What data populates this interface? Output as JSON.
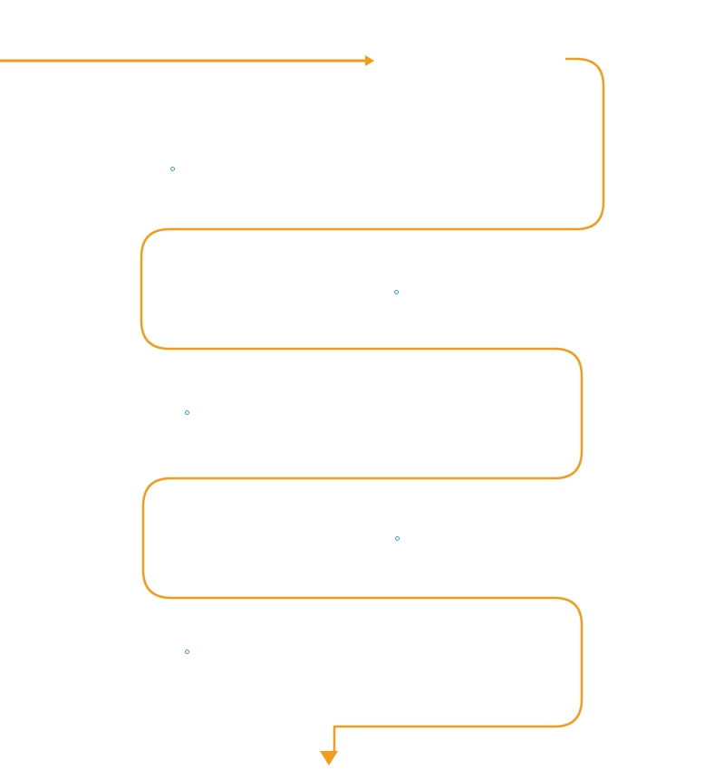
{
  "diagram": {
    "title": "",
    "colors": {
      "line": "#F39C1A",
      "marker": "#3AA0DC",
      "background": "#FFFFFF"
    },
    "steps": [
      {
        "id": "step-1",
        "label": ""
      },
      {
        "id": "step-2",
        "label": ""
      },
      {
        "id": "step-3",
        "label": ""
      },
      {
        "id": "step-4",
        "label": ""
      },
      {
        "id": "step-5",
        "label": ""
      }
    ]
  }
}
